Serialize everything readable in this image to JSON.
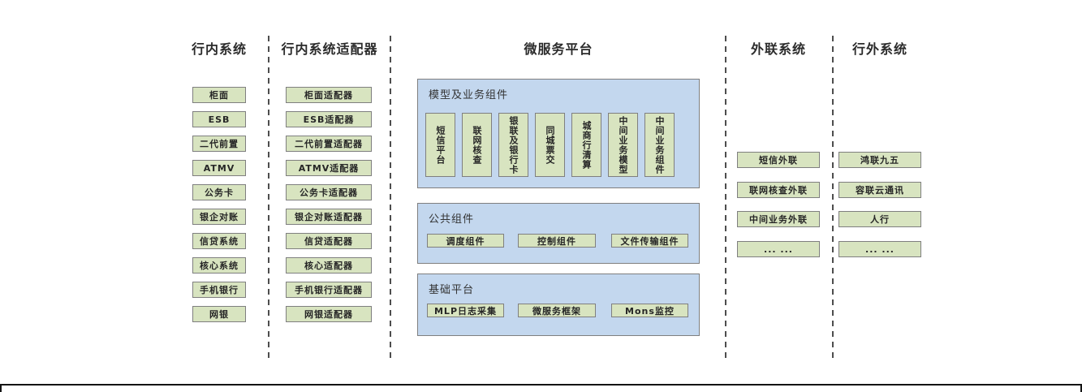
{
  "columns": {
    "in_bank": {
      "title": "行内系统",
      "boxes": [
        "柜面",
        "ESB",
        "二代前置",
        "ATMV",
        "公务卡",
        "银企对账",
        "信贷系统",
        "核心系统",
        "手机银行",
        "网银"
      ]
    },
    "in_bank_adapters": {
      "title": "行内系统适配器",
      "boxes": [
        "柜面适配器",
        "ESB适配器",
        "二代前置适配器",
        "ATMV适配器",
        "公务卡适配器",
        "银企对账适配器",
        "信贷适配器",
        "核心适配器",
        "手机银行适配器",
        "网银适配器"
      ]
    },
    "microservice_platform": {
      "title": "微服务平台",
      "panels": {
        "model_business": {
          "title": "模型及业务组件",
          "boxes": [
            "短信平台",
            "联网核查",
            "银联及银行卡",
            "同城票交",
            "城商行清算",
            "中间业务模型",
            "中间业务组件"
          ]
        },
        "common": {
          "title": "公共组件",
          "boxes": [
            "调度组件",
            "控制组件",
            "文件传输组件"
          ]
        },
        "base_platform": {
          "title": "基础平台",
          "boxes": [
            "MLP日志采集",
            "微服务框架",
            "Mons监控"
          ]
        }
      }
    },
    "external_link": {
      "title": "外联系统",
      "boxes": [
        "短信外联",
        "联网核查外联",
        "中间业务外联",
        "... ..."
      ]
    },
    "out_of_bank": {
      "title": "行外系统",
      "boxes": [
        "鸿联九五",
        "容联云通讯",
        "人行",
        "... ..."
      ]
    }
  },
  "colors": {
    "box_fill_green": "#d8e4c0",
    "box_border": "#7f7f7f",
    "panel_fill_blue": "#c3d7ee",
    "panel_border": "#7f7f7f",
    "divider": "#4d4d4d",
    "bottom_rule": "#141414"
  }
}
